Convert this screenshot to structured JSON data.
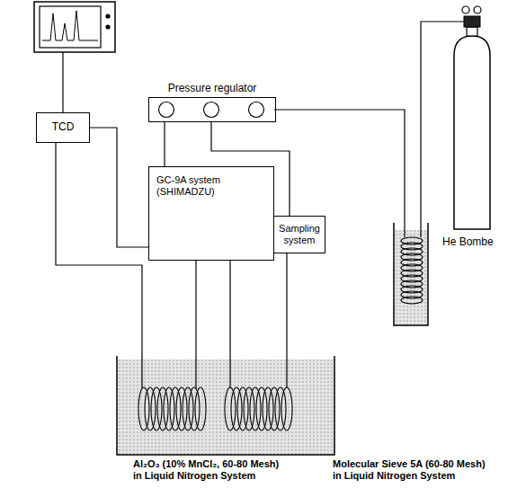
{
  "diagram": {
    "nodes": [
      {
        "text": [
          "TCD"
        ]
      },
      {
        "text": [
          "Pressure regulator"
        ]
      },
      {
        "text": [
          "GC-9A system (SHIMADZU)"
        ]
      },
      {
        "text": [
          "Sampling system"
        ]
      }
    ],
    "edges": [
      {
        "from": 0,
        "to": 2,
        "arrow": "none"
      },
      {
        "from": 1,
        "to": 2,
        "arrow": "none"
      },
      {
        "from": 1,
        "to": 3,
        "arrow": "none"
      }
    ],
    "labels": [
      "He Bombe",
      "Al₂O₃ (10% MnCl₂, 60-80 Mesh) in Liquid Nitrogen System",
      "Molecular Sieve 5A (60-80 Mesh) in Liquid Nitrogen System"
    ]
  }
}
